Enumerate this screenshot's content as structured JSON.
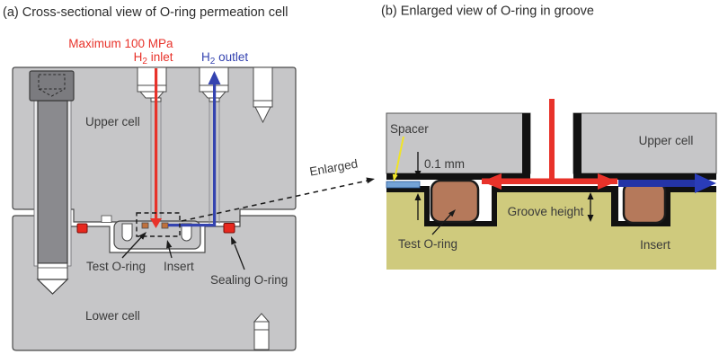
{
  "panel_a": {
    "title": "(a) Cross-sectional view of O-ring permeation cell",
    "pressure_label": "Maximum 100 MPa",
    "h2_inlet": {
      "element": "H",
      "sub": "2",
      "rest": " inlet"
    },
    "h2_outlet": {
      "element": "H",
      "sub": "2",
      "rest": " outlet"
    },
    "labels": {
      "upper_cell": "Upper cell",
      "lower_cell": "Lower cell",
      "test_oring": "Test O-ring",
      "insert": "Insert",
      "sealing_oring": "Sealing O-ring",
      "enlarged": "Enlarged"
    }
  },
  "panel_b": {
    "title": "(b) Enlarged view of O-ring in groove",
    "labels": {
      "spacer": "Spacer",
      "gap": "0.1 mm",
      "upper_cell": "Upper cell",
      "groove_height": "Groove height",
      "test_oring": "Test O-ring",
      "insert": "Insert"
    }
  },
  "colors": {
    "cell_gray": "#c6c6c8",
    "bolt_gray": "#8a8a8e",
    "outline": "#4a4a4a",
    "inlet_red": "#e8322a",
    "outlet_blue": "#3443b0",
    "outlet_navy": "#2434a6",
    "insert_khaki": "#cfca7d",
    "oring_brown": "#b5795b",
    "spacer_blue": "#74a3d6",
    "spacer_arrow_yellow": "#f0e428"
  }
}
